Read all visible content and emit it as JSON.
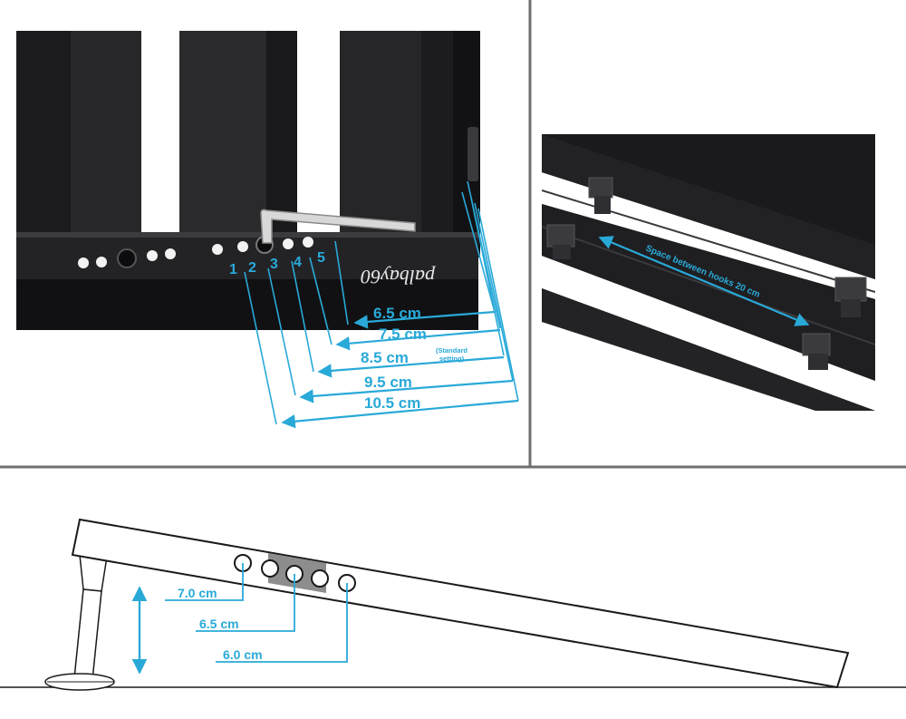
{
  "colors": {
    "accent": "#29a9d8",
    "frame_dark": "#1b1b1d",
    "frame_mid": "#2c2c2f",
    "divider": "#6f6f6f",
    "outline": "#1a1a1a"
  },
  "top_left": {
    "hole_numbers": [
      "1",
      "2",
      "3",
      "4",
      "5"
    ],
    "heights": [
      "6.5 cm",
      "7.5 cm",
      "8.5 cm",
      "9.5 cm",
      "10.5 cm"
    ],
    "standard_note_line1": "(Standard",
    "standard_note_line2": "setting)",
    "logo_text": "palbay60",
    "tool_icon": "hex-key-icon"
  },
  "top_right": {
    "hook_spacing_label": "Space between hooks 20 cm"
  },
  "bottom": {
    "heights": [
      "7.0 cm",
      "6.5 cm",
      "6.0 cm"
    ]
  }
}
